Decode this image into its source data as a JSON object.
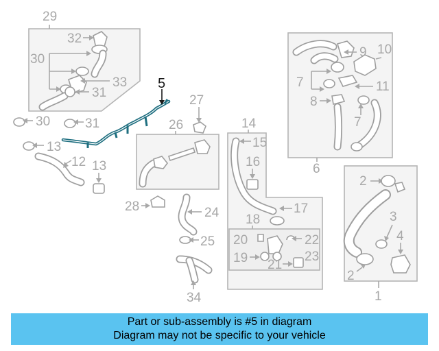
{
  "diagram": {
    "highlighted_part": "5",
    "callouts": {
      "c1": "1",
      "c2a": "2",
      "c2b": "2",
      "c3": "3",
      "c4": "4",
      "c5": "5",
      "c6": "6",
      "c7a": "7",
      "c7b": "7",
      "c8": "8",
      "c9": "9",
      "c10": "10",
      "c11": "11",
      "c12": "12",
      "c13a": "13",
      "c13b": "13",
      "c14": "14",
      "c15": "15",
      "c16": "16",
      "c17": "17",
      "c18": "18",
      "c19": "19",
      "c20": "20",
      "c21": "21",
      "c22": "22",
      "c23": "23",
      "c24": "24",
      "c25": "25",
      "c26": "26",
      "c27": "27",
      "c28": "28",
      "c29": "29",
      "c30a": "30",
      "c30b": "30",
      "c31a": "31",
      "c31b": "31",
      "c32": "32",
      "c33": "33",
      "c34": "34"
    }
  },
  "banner": {
    "line1": "Part or sub-assembly is #5 in diagram",
    "line2": "Diagram may not be specific to your vehicle",
    "background_color": "#5ac3f0"
  },
  "colors": {
    "highlight_part": "#1f6f80",
    "linework": "#9e9e9e"
  }
}
